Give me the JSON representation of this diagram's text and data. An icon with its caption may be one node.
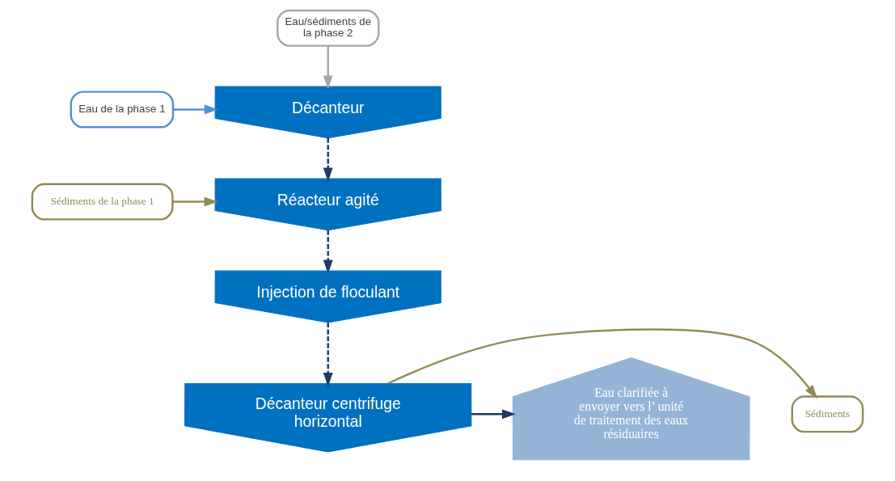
{
  "diagram": {
    "nodes": [
      {
        "text": [
          "Eau de la phase 1"
        ]
      },
      {
        "text": [
          "Eau/sédiments de la phase 2"
        ]
      },
      {
        "text": [
          "Décanteur"
        ]
      },
      {
        "text": [
          "Sédiments de la phase 1"
        ]
      },
      {
        "text": [
          "Réacteur agité"
        ]
      },
      {
        "text": [
          "Injection de floculant"
        ]
      },
      {
        "text": [
          "Décanteur centrifuge horizontal"
        ]
      },
      {
        "text": [
          "Sédiments"
        ]
      },
      {
        "text": [
          "Eau clarifiée à envoyer vers l’ unité de traitement des eaux résiduaires"
        ]
      }
    ],
    "edges": [
      {
        "from": 0,
        "to": 2,
        "arrow": "to",
        "color": "#558ed5"
      },
      {
        "from": 1,
        "to": 2,
        "arrow": "to",
        "color": "#a6a6a6"
      },
      {
        "from": 2,
        "to": 4,
        "arrow": "to",
        "style": "dashed"
      },
      {
        "from": 3,
        "to": 4,
        "arrow": "to",
        "color": "#948a54"
      },
      {
        "from": 4,
        "to": 5,
        "arrow": "to",
        "style": "dashed"
      },
      {
        "from": 5,
        "to": 6,
        "arrow": "to",
        "style": "dashed"
      },
      {
        "from": 6,
        "to": 7,
        "arrow": "to",
        "color": "#948a54"
      },
      {
        "from": 6,
        "to": 8,
        "arrow": "to"
      }
    ]
  }
}
